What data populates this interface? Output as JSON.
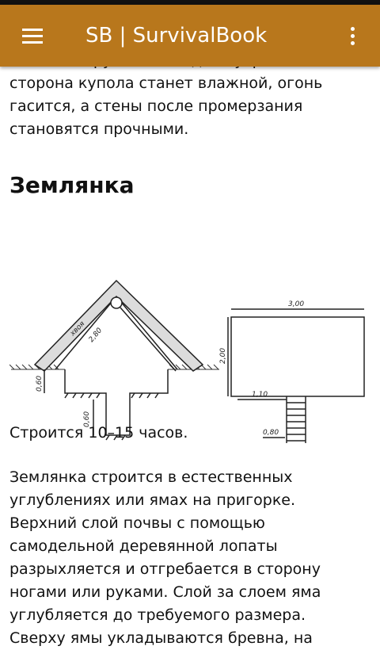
{
  "app": {
    "title": "SB | SurvivalBook",
    "menu_icon": "hamburger-menu-icon",
    "more_icon": "more-vert-icon",
    "bar_color": "#b8771c"
  },
  "article": {
    "intro_lines": [
      "больше наружной. Когда внутренняя",
      "сторона купола станет влажной, огонь",
      "гасится, а стены после промерзания",
      "становятся прочными."
    ],
    "heading": "Землянка",
    "figure": {
      "labels": {
        "a": "хвоя",
        "b": "2,80",
        "c": "0,60",
        "d": "0,60",
        "e": "3,00",
        "f": "2,00",
        "g": "1,10",
        "h": "0,80"
      }
    },
    "caption": "Строится 10–15 часов.",
    "body_lines": [
      "Землянка строится в естественных",
      "углублениях или ямах на пригорке.",
      "Верхний слой почвы с помощью",
      "самодельной деревянной лопаты",
      "разрыхляется и отгребается в сторону",
      "ногами или руками. Слой за слоем яма",
      "углубляется до требуемого размера.",
      "Сверху ямы укладываются бревна, на"
    ]
  }
}
